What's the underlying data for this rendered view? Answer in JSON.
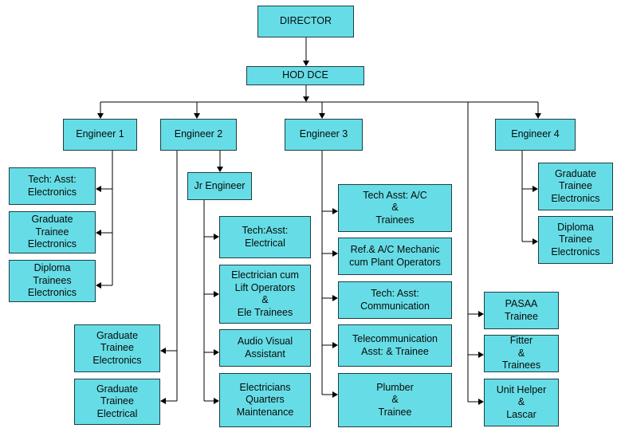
{
  "org_chart": {
    "nodes": {
      "director": "DIRECTOR",
      "hod": "HOD DCE",
      "eng1": "Engineer 1",
      "eng2": "Engineer 2",
      "eng3": "Engineer 3",
      "eng4": "Engineer 4",
      "e1_tech_asst": [
        "Tech: Asst:",
        "Electronics"
      ],
      "e1_grad": [
        "Graduate",
        "Trainee",
        "Electronics"
      ],
      "e1_diploma": [
        "Diploma",
        "Trainees",
        "Electronics"
      ],
      "jr_engineer": "Jr Engineer",
      "e2_grad_electronics": [
        "Graduate",
        "Trainee",
        "Electronics"
      ],
      "e2_grad_electrical": [
        "Graduate",
        "Trainee",
        "Electrical"
      ],
      "jr_tech_asst": [
        "Tech:Asst:",
        "Electrical"
      ],
      "jr_electrician_lift": [
        "Electrician cum",
        "Lift Operators",
        "&",
        "Ele Trainees"
      ],
      "jr_audio_visual": [
        "Audio Visual",
        "Assistant"
      ],
      "jr_electricians_quarters": [
        "Electricians",
        "Quarters",
        "Maintenance"
      ],
      "e3_tech_ac": [
        "Tech Asst: A/C",
        "&",
        "Trainees"
      ],
      "e3_ref_ac": [
        "Ref.& A/C Mechanic",
        "cum Plant Operators"
      ],
      "e3_tech_comm": [
        "Tech: Asst:",
        "Communication"
      ],
      "e3_telecom": [
        "Telecommunication",
        "Asst: & Trainee"
      ],
      "e3_plumber": [
        "Plumber",
        "&",
        "Trainee"
      ],
      "e4_grad": [
        "Graduate",
        "Trainee",
        "Electronics"
      ],
      "e4_diploma": [
        "Diploma",
        "Trainee",
        "Electronics"
      ],
      "pasaa": [
        "PASAA",
        "Trainee"
      ],
      "fitter": [
        "Fitter",
        "&",
        "Trainees"
      ],
      "unit_helper": [
        "Unit Helper",
        "&",
        "Lascar"
      ]
    }
  }
}
